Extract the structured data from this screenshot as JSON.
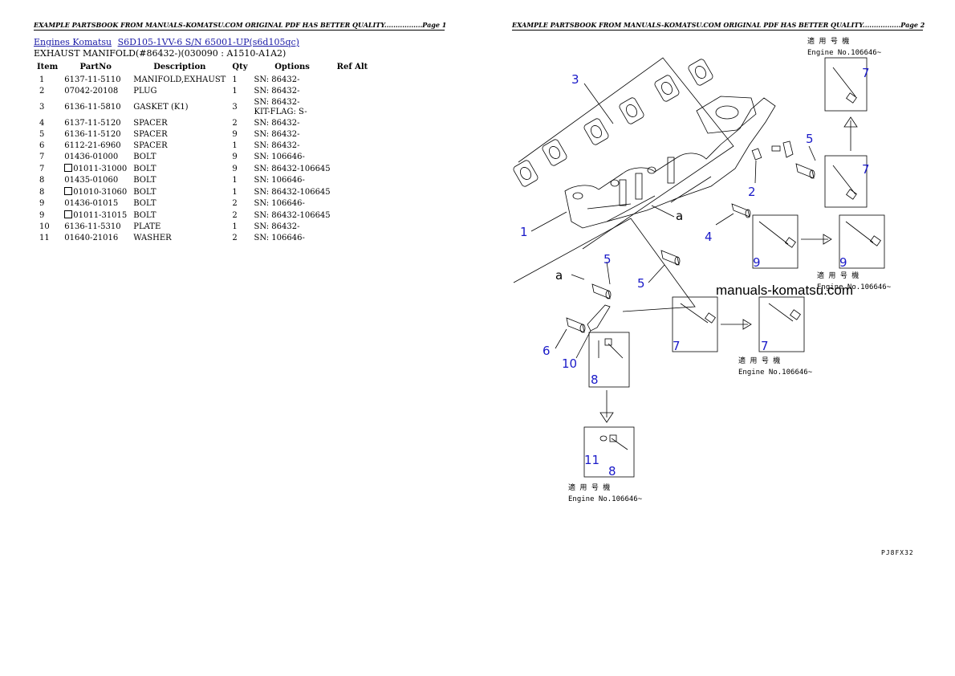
{
  "headers": {
    "page1": "EXAMPLE PARTSBOOK FROM MANUALS-KOMATSU.COM ORIGINAL PDF HAS BETTER QUALITY.................Page 1",
    "page2": "EXAMPLE PARTSBOOK FROM MANUALS-KOMATSU.COM ORIGINAL PDF HAS BETTER QUALITY.................Page 2"
  },
  "breadcrumb": {
    "link1": "Engines Komatsu",
    "link2": "S6D105-1VV-6 S/N 65001-UP(s6d105qc)"
  },
  "section_title": "EXHAUST MANIFOLD(#86432-)(030090 : A1510-A1A2)",
  "table": {
    "columns": [
      "Item",
      "PartNo",
      "Description",
      "Qty",
      "Options",
      "Ref Alt"
    ],
    "rows": [
      {
        "item": "1",
        "part": "6137-11-5110",
        "desc": "MANIFOLD,EXHAUST",
        "qty": "1",
        "opt": "SN: 86432-",
        "opt2": "",
        "sq": false
      },
      {
        "item": "2",
        "part": "07042-20108",
        "desc": "PLUG",
        "qty": "1",
        "opt": "SN: 86432-",
        "opt2": "",
        "sq": false
      },
      {
        "item": "3",
        "part": "6136-11-5810",
        "desc": "GASKET (K1)",
        "qty": "3",
        "opt": "SN: 86432-",
        "opt2": "KIT-FLAG: S-",
        "sq": false
      },
      {
        "item": "4",
        "part": "6137-11-5120",
        "desc": "SPACER",
        "qty": "2",
        "opt": "SN: 86432-",
        "opt2": "",
        "sq": false
      },
      {
        "item": "5",
        "part": "6136-11-5120",
        "desc": "SPACER",
        "qty": "9",
        "opt": "SN: 86432-",
        "opt2": "",
        "sq": false
      },
      {
        "item": "6",
        "part": "6112-21-6960",
        "desc": "SPACER",
        "qty": "1",
        "opt": "SN: 86432-",
        "opt2": "",
        "sq": false
      },
      {
        "item": "7",
        "part": "01436-01000",
        "desc": "BOLT",
        "qty": "9",
        "opt": "SN: 106646-",
        "opt2": "",
        "sq": false
      },
      {
        "item": "7",
        "part": "01011-31000",
        "desc": "BOLT",
        "qty": "9",
        "opt": "SN: 86432-106645",
        "opt2": "",
        "sq": true
      },
      {
        "item": "8",
        "part": "01435-01060",
        "desc": "BOLT",
        "qty": "1",
        "opt": "SN: 106646-",
        "opt2": "",
        "sq": false
      },
      {
        "item": "8",
        "part": "01010-31060",
        "desc": "BOLT",
        "qty": "1",
        "opt": "SN: 86432-106645",
        "opt2": "",
        "sq": true
      },
      {
        "item": "9",
        "part": "01436-01015",
        "desc": "BOLT",
        "qty": "2",
        "opt": "SN: 106646-",
        "opt2": "",
        "sq": false
      },
      {
        "item": "9",
        "part": "01011-31015",
        "desc": "BOLT",
        "qty": "2",
        "opt": "SN: 86432-106645",
        "opt2": "",
        "sq": true
      },
      {
        "item": "10",
        "part": "6136-11-5310",
        "desc": "PLATE",
        "qty": "1",
        "opt": "SN: 86432-",
        "opt2": "",
        "sq": false
      },
      {
        "item": "11",
        "part": "01640-21016",
        "desc": "WASHER",
        "qty": "2",
        "opt": "SN: 106646-",
        "opt2": "",
        "sq": false
      }
    ]
  },
  "diagram": {
    "callouts": [
      "1",
      "2",
      "3",
      "4",
      "5",
      "5",
      "5",
      "6",
      "7",
      "7",
      "7",
      "7",
      "8",
      "8",
      "9",
      "9",
      "10",
      "11"
    ],
    "ref_a": "a",
    "applicable_jp": "適 用 号 機",
    "engine_no": "Engine No.106646~",
    "watermark": "manuals-komatsu.com",
    "page_id": "PJ8FX32"
  }
}
